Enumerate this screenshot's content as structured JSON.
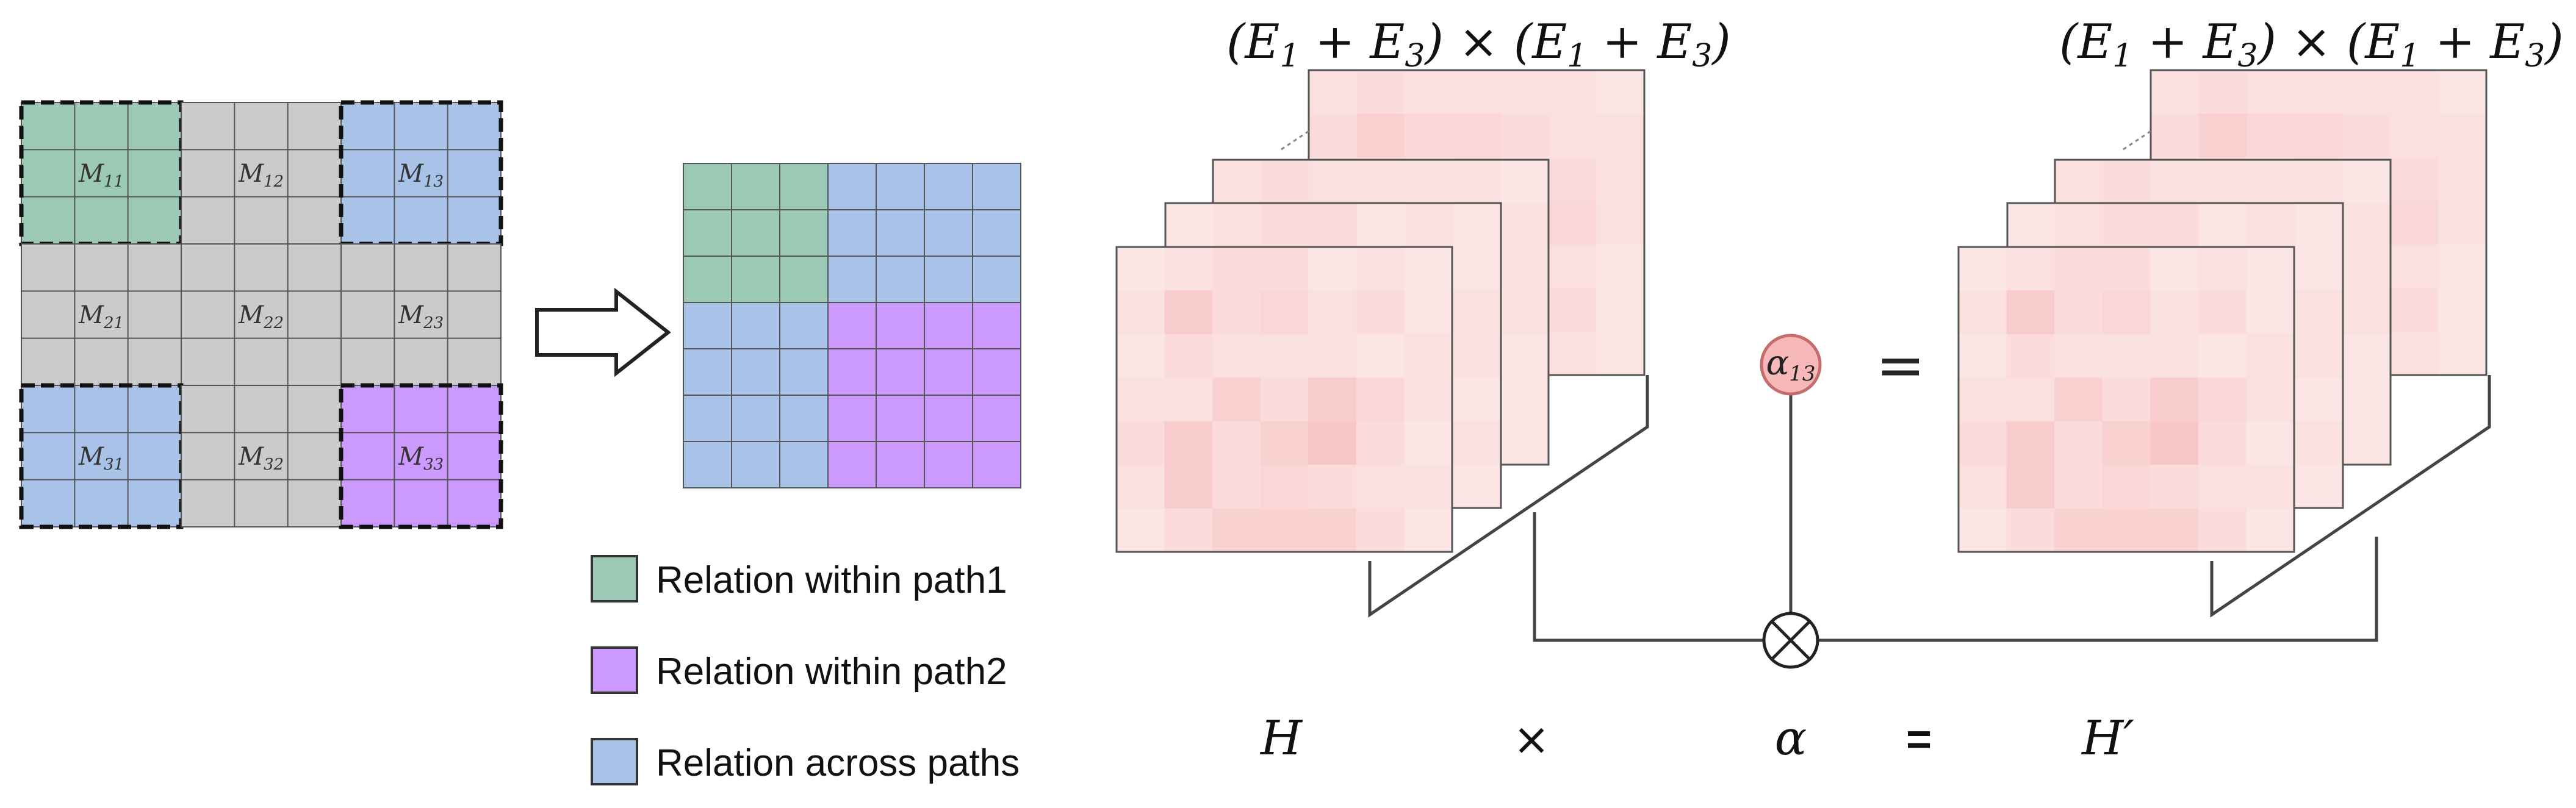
{
  "colors": {
    "path1": "#9cc9b6",
    "path2": "#cc99ff",
    "across": "#a9c2e8",
    "neutral": "#cbcbcb",
    "grid_line": "#555555",
    "heat_light": "#fdeaea",
    "heat_dark": "#f5b8b8",
    "alpha_fill": "#f6b8b8",
    "alpha_stroke": "#c56c6c"
  },
  "block_matrix": {
    "blocks": [
      {
        "label": "M11",
        "sub": "11",
        "type": "path1"
      },
      {
        "label": "M12",
        "sub": "12",
        "type": "neutral"
      },
      {
        "label": "M13",
        "sub": "13",
        "type": "across"
      },
      {
        "label": "M21",
        "sub": "21",
        "type": "neutral"
      },
      {
        "label": "M22",
        "sub": "22",
        "type": "neutral"
      },
      {
        "label": "M23",
        "sub": "23",
        "type": "neutral"
      },
      {
        "label": "M31",
        "sub": "31",
        "type": "across"
      },
      {
        "label": "M32",
        "sub": "32",
        "type": "neutral"
      },
      {
        "label": "M33",
        "sub": "33",
        "type": "path2"
      }
    ]
  },
  "legend": {
    "items": [
      {
        "label": "Relation within path1",
        "type": "path1"
      },
      {
        "label": "Relation within path2",
        "type": "path2"
      },
      {
        "label": "Relation across paths",
        "type": "across"
      }
    ]
  },
  "heat_stack": {
    "dim_base": "(E",
    "dim_sub1": "1",
    "dim_plus": " + E",
    "dim_sub3": "3",
    "dim_close": ")",
    "dim_times": " × ",
    "front_levels": [
      [
        0.1,
        0.2,
        0.3,
        0.3,
        0.1,
        0.2,
        0.1
      ],
      [
        0.2,
        0.6,
        0.3,
        0.4,
        0.2,
        0.3,
        0.1
      ],
      [
        0.1,
        0.3,
        0.2,
        0.2,
        0.2,
        0.1,
        0.2
      ],
      [
        0.2,
        0.2,
        0.5,
        0.3,
        0.6,
        0.4,
        0.2
      ],
      [
        0.3,
        0.6,
        0.3,
        0.5,
        0.7,
        0.3,
        0.1
      ],
      [
        0.2,
        0.6,
        0.3,
        0.4,
        0.3,
        0.2,
        0.2
      ],
      [
        0.1,
        0.3,
        0.5,
        0.5,
        0.5,
        0.3,
        0.1
      ]
    ],
    "back_levels": [
      [
        0.2,
        0.3,
        0.2,
        0.2,
        0.2,
        0.2,
        0.1
      ],
      [
        0.3,
        0.5,
        0.4,
        0.4,
        0.3,
        0.2,
        0.2
      ],
      [
        0.2,
        0.3,
        0.2,
        0.3,
        0.2,
        0.3,
        0.2
      ],
      [
        0.3,
        0.3,
        0.4,
        0.5,
        0.3,
        0.4,
        0.2
      ],
      [
        0.2,
        0.5,
        0.3,
        0.4,
        0.6,
        0.2,
        0.1
      ],
      [
        0.2,
        0.4,
        0.3,
        0.3,
        0.2,
        0.3,
        0.1
      ],
      [
        0.1,
        0.2,
        0.3,
        0.3,
        0.2,
        0.2,
        0.1
      ]
    ]
  },
  "alpha_node": {
    "base": "α",
    "sub": "13"
  },
  "operators": {
    "equals_big": "=",
    "tensor": "⊗"
  },
  "equation": {
    "h": "H",
    "times": "×",
    "alpha": "α",
    "equals": "=",
    "h_prime": "H′"
  }
}
